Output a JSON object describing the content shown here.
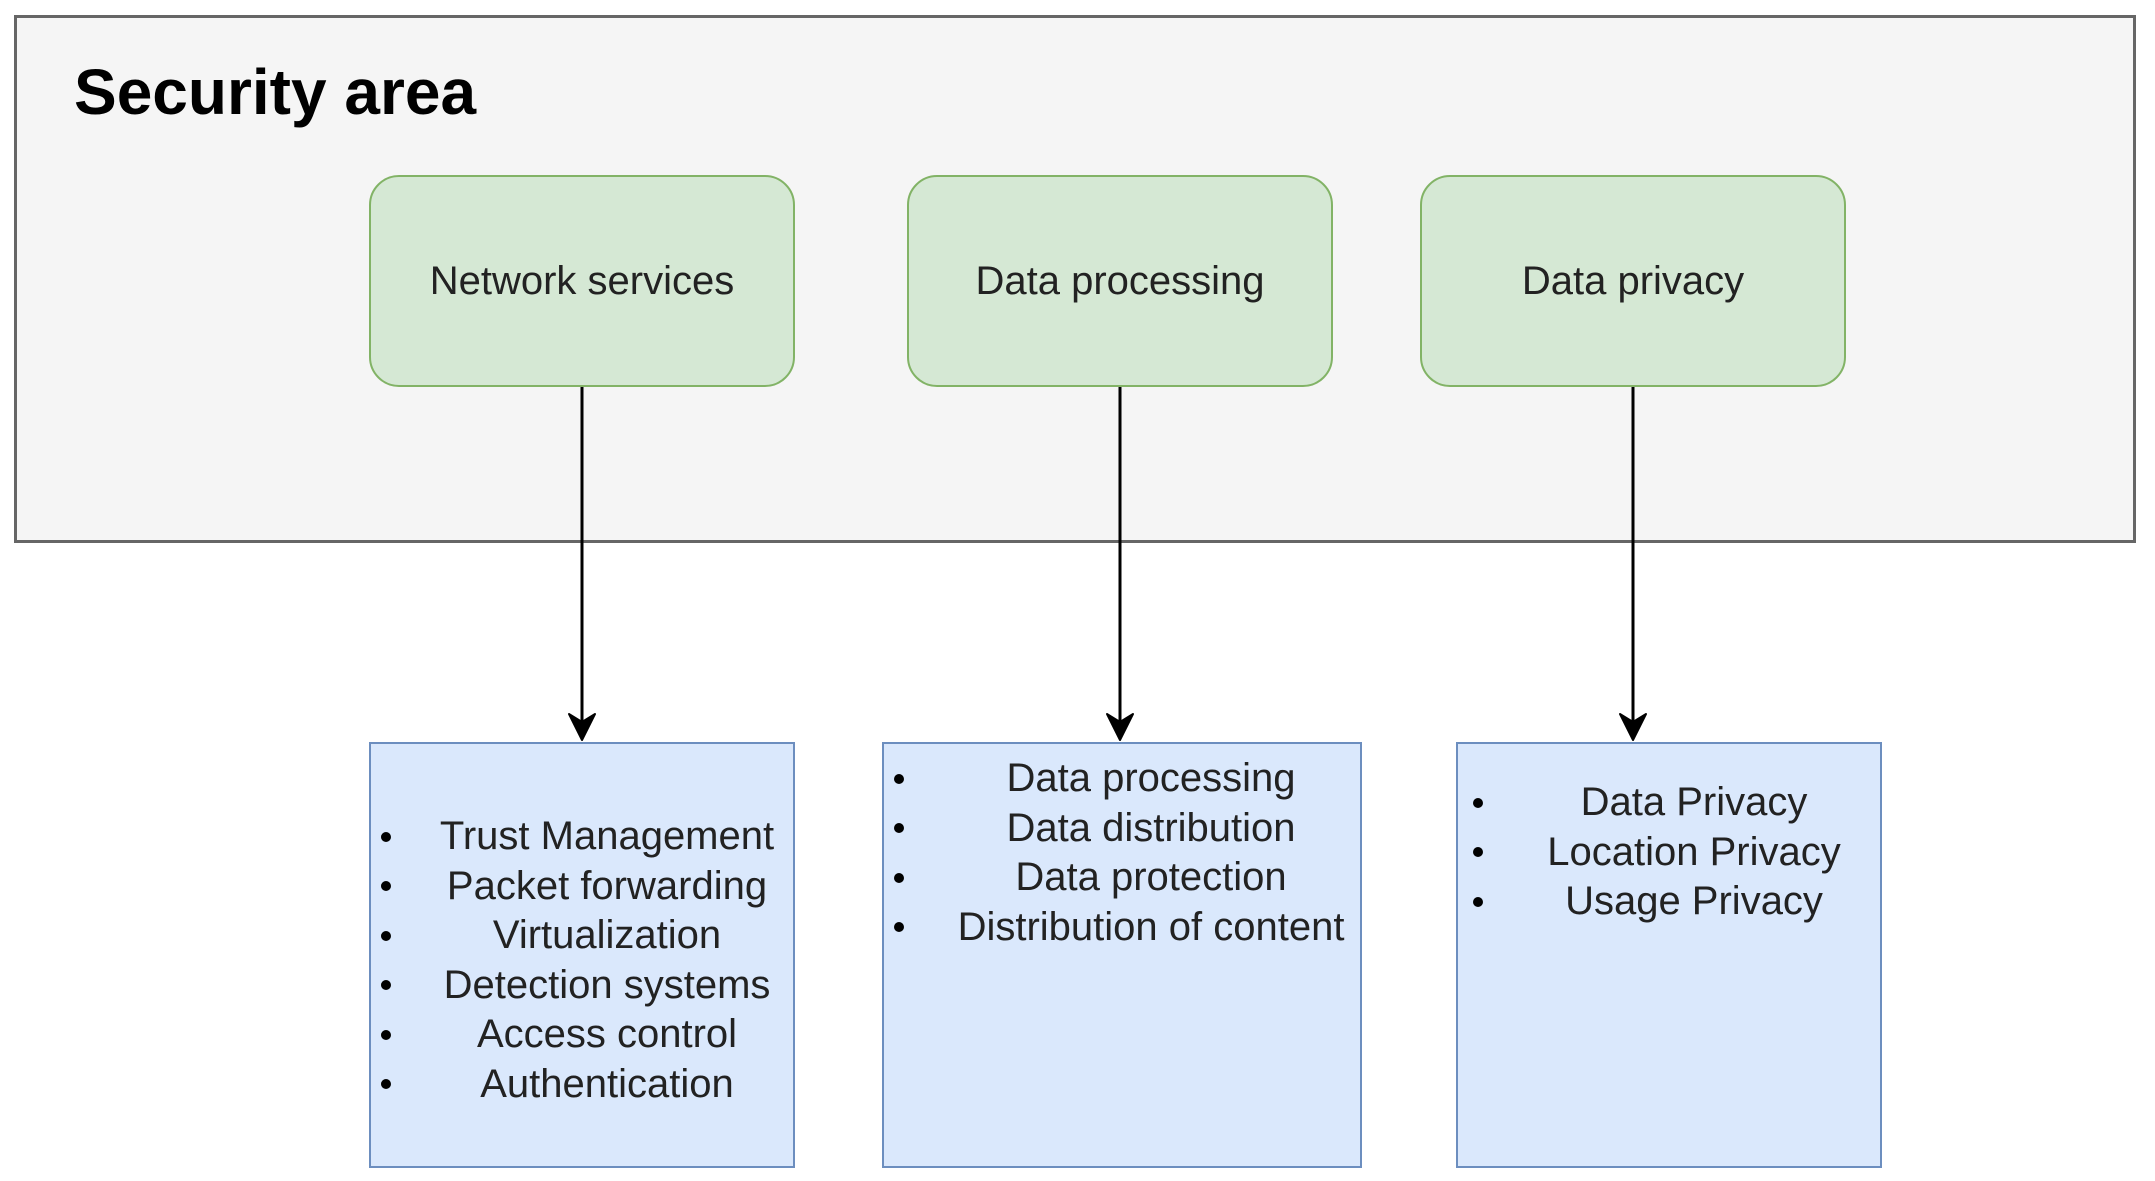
{
  "diagram": {
    "title": "Security area",
    "categories": [
      {
        "label": "Network services",
        "items": [
          "Trust Management",
          "Packet forwarding",
          "Virtualization",
          "Detection systems",
          "Access control",
          "Authentication"
        ]
      },
      {
        "label": "Data processing",
        "items": [
          "Data processing",
          "Data distribution",
          "Data protection",
          "Distribution of content"
        ]
      },
      {
        "label": "Data privacy",
        "items": [
          "Data Privacy",
          "Location Privacy",
          "Usage Privacy"
        ]
      }
    ],
    "colors": {
      "container_fill": "#f5f5f5",
      "container_border": "#666666",
      "category_fill": "#d5e8d4",
      "category_border": "#82b366",
      "detail_fill": "#dae8fc",
      "detail_border": "#6c8ebf",
      "arrow": "#000000"
    }
  }
}
